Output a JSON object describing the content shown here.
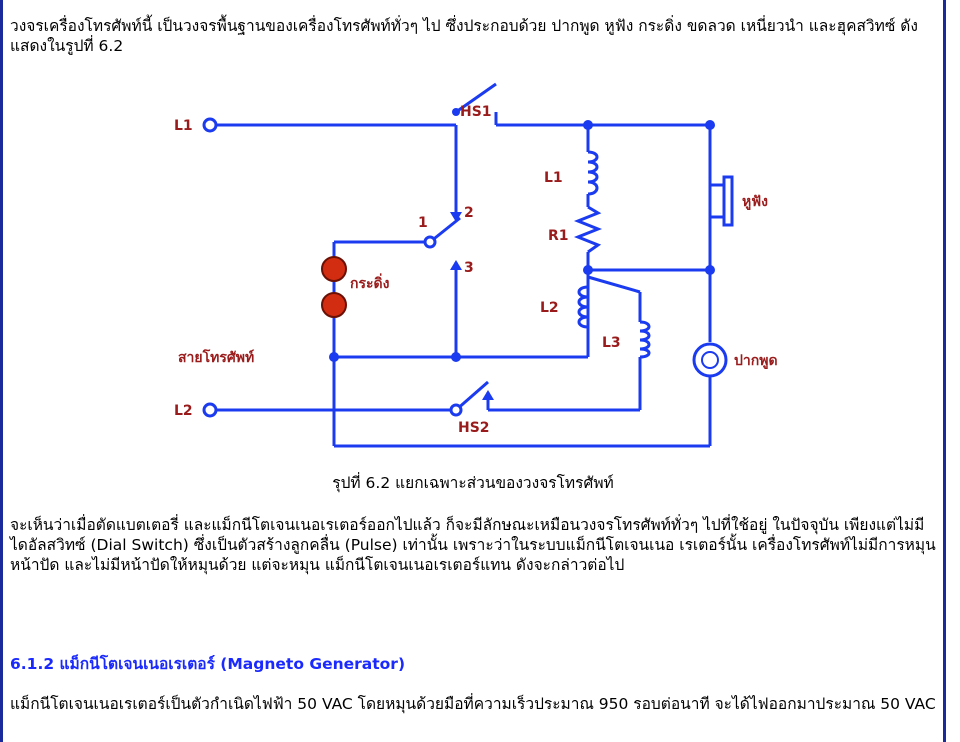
{
  "paragraphs": {
    "intro": "       วงจรเครื่องโทรศัพท์นี้ เป็นวงจรพื้นฐานของเครื่องโทรศัพท์ทั่วๆ ไป ซึ่งประกอบด้วย ปากพูด หูฟัง กระดิ่ง ขดลวด เหนี่ยวนำ และฮุคสวิทซ์ ดังแสดงในรูปที่ 6.2",
    "body": "       จะเห็นว่าเมื่อตัดแบตเตอรี่ และแม็กนีโตเจนเนอเรเตอร์ออกไปแล้ว ก็จะมีลักษณะเหมือนวงจรโทรศัพท์ทั่วๆ ไปที่ใช้อยู่ ในปัจจุบัน เพียงแต่ไม่มีไดอัลสวิทซ์ (Dial Switch) ซึ่งเป็นตัวสร้างลูกคลื่น (Pulse) เท่านั้น เพราะว่าในระบบแม็กนีโตเจนเนอ เรเตอร์นั้น เครื่องโทรศัพท์ไม่มีการหมุนหน้าปัด และไม่มีหน้าปัดให้หมุนด้วย แต่จะหมุน แม็กนีโตเจนเนอเรเตอร์แทน ดังจะกล่าวต่อไป",
    "last": "       แม็กนีโตเจนเนอเรเตอร์เป็นตัวกำเนิดไฟฟ้า 50 VAC โดยหมุนด้วยมือที่ความเร็วประมาณ 950 รอบต่อนาที จะได้ไฟออกมาประมาณ 50 VAC"
  },
  "figure": {
    "caption": "รุปที่ 6.2 แยกเฉพาะส่วนของวงจรโทรศัพท์",
    "labels": {
      "l1_in": "L1",
      "l2_in": "L2",
      "hs1": "HS1",
      "hs2": "HS2",
      "n1": "1",
      "n2": "2",
      "n3": "3",
      "coil_l1": "L1",
      "r1": "R1",
      "coil_l2": "L2",
      "coil_l3": "L3",
      "bell": "กระดิ่ง",
      "line": "สายโทรศัพท์",
      "earpiece": "หูฟัง",
      "mouthpiece": "ปากพูด"
    }
  },
  "section": {
    "heading": "6.1.2 แม็กนีโตเจนเนอเรเตอร์ (Magneto Generator)"
  },
  "colors": {
    "wire": "#1b3bf0",
    "label": "#9a1b1b",
    "heading": "#1a2aff",
    "border": "#1a2a9a"
  }
}
